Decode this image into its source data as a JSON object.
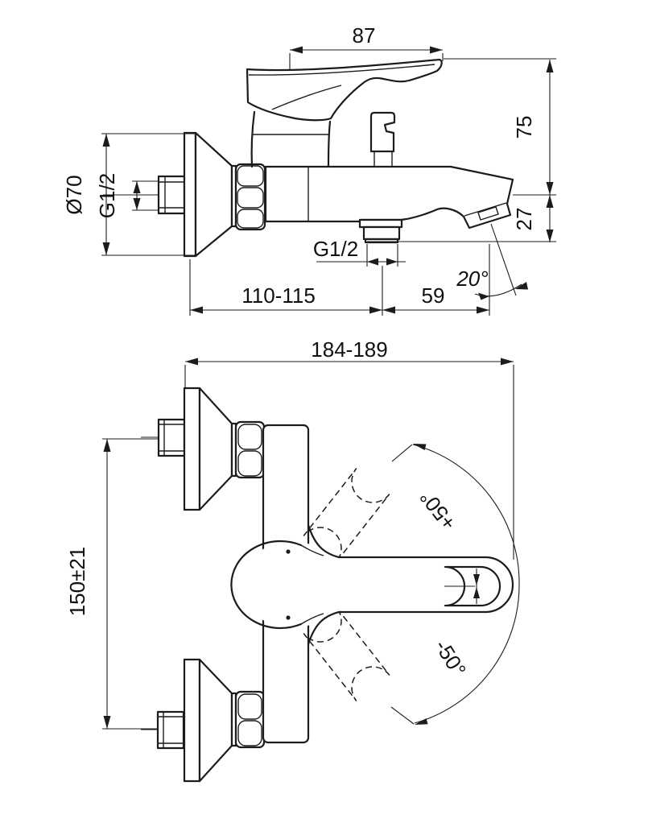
{
  "page": {
    "background": "#ffffff"
  },
  "drawing": {
    "line_color": "#1c1c1c",
    "side_view": {
      "dimensions": {
        "handle_length": "87",
        "height_to_spout": "75",
        "spout_drop": "27",
        "flange_diameter": "Ø70",
        "wall_inlet_thread": "G1/2",
        "shower_outlet_thread": "G1/2",
        "wall_to_shower_outlet": "110-115",
        "outlet_to_spout_tip": "59",
        "aerator_angle": "20°"
      }
    },
    "plan_view": {
      "dimensions": {
        "overall_width": "184-189",
        "inlet_centre_distance": "150±21",
        "handle_swing_positive": "+50°",
        "handle_swing_negative": "-50°"
      }
    }
  }
}
